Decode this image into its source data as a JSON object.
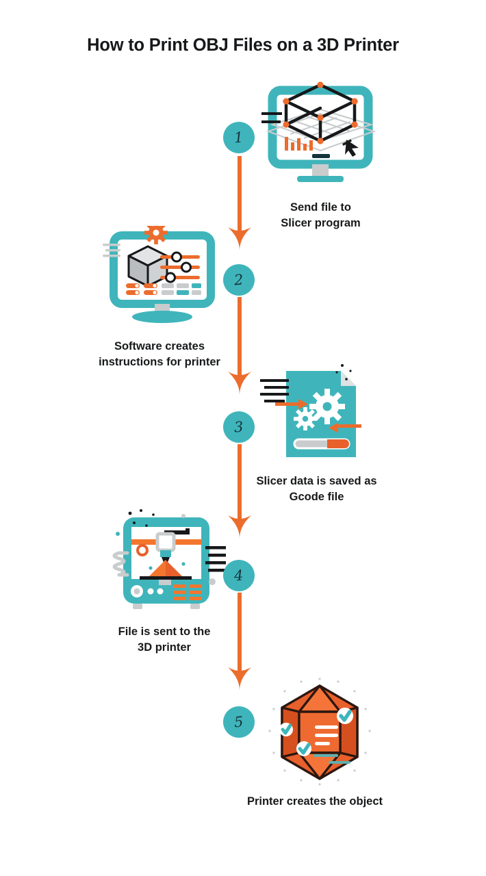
{
  "page": {
    "title": "How to Print OBJ Files on a 3D Printer",
    "background_color": "#ffffff"
  },
  "palette": {
    "teal": "#3fb5bb",
    "teal_dark": "#14343c",
    "orange": "#e8602c",
    "orange_light": "#f3762f",
    "gray": "#c9cccd",
    "gray_dark": "#9aa0a2",
    "black": "#16181a",
    "white": "#ffffff"
  },
  "steps": [
    {
      "number": "1",
      "caption": "Send file to\nSlicer program",
      "icon_name": "monitor-wireframe-cube-icon",
      "side": "right"
    },
    {
      "number": "2",
      "caption": "Software creates\ninstructions for printer",
      "icon_name": "monitor-slicer-settings-icon",
      "side": "left"
    },
    {
      "number": "3",
      "caption": "Slicer data is saved as\nGcode file",
      "icon_name": "gcode-document-gears-icon",
      "side": "right"
    },
    {
      "number": "4",
      "caption": "File is sent to the\n3D printer",
      "icon_name": "3d-printer-icon",
      "side": "left"
    },
    {
      "number": "5",
      "caption": "Printer creates the object",
      "icon_name": "printed-object-gem-icon",
      "side": "right"
    }
  ],
  "connectors": [
    {
      "name": "arrow-step-1-to-2"
    },
    {
      "name": "arrow-step-2-to-3"
    },
    {
      "name": "arrow-step-3-to-4"
    },
    {
      "name": "arrow-step-4-to-5"
    }
  ]
}
